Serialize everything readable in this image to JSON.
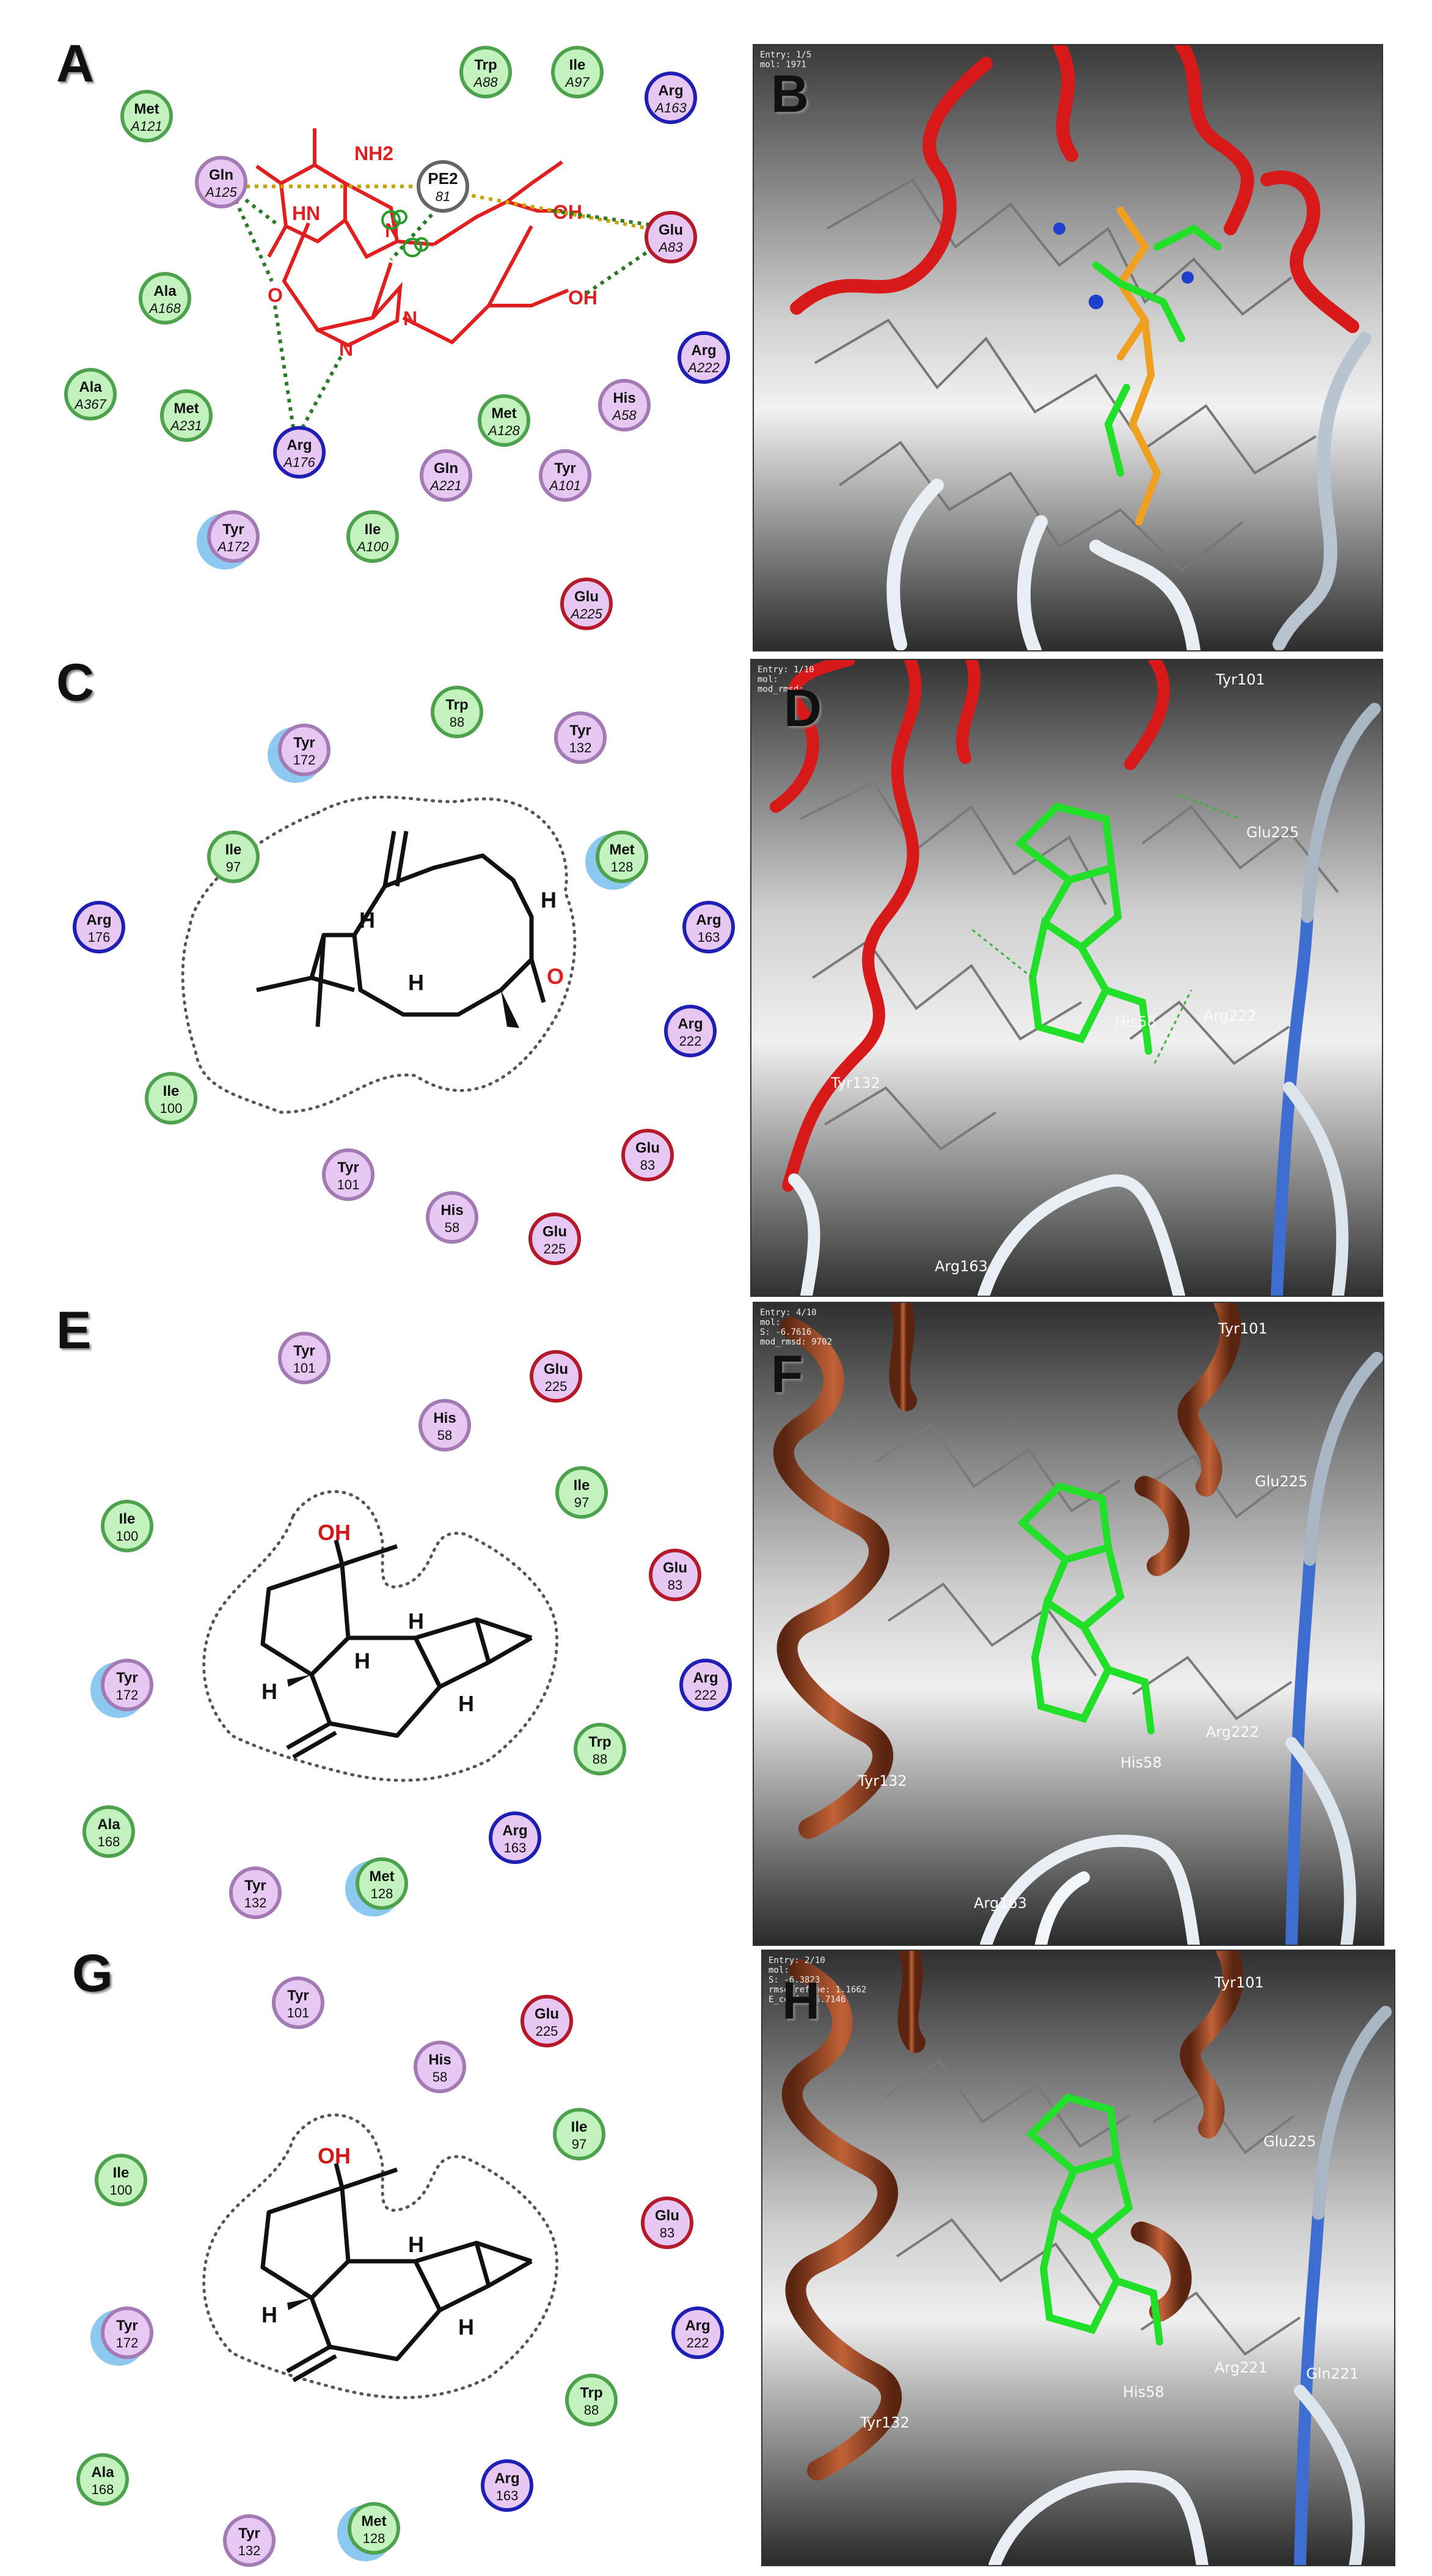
{
  "colors": {
    "hydrophobic_fill": "#c4f2be",
    "hydrophobic_stroke": "#4ea24e",
    "polar_fill": "#e7c8f2",
    "polar_stroke": "#a37ab3",
    "positive_fill": "#e7c8f2",
    "positive_stroke": "#1f1fb4",
    "negative_fill": "#e7c8f2",
    "negative_stroke": "#b51a2a",
    "exposure_halo": "#8cc8f0",
    "ribbon_red": "#d71919",
    "ribbon_brown": "#8b3a1a",
    "ribbon_grey": "#b8c4cf",
    "ribbon_blue": "#3e6fd0",
    "ligand_green": "#22e02a",
    "ligand_orange": "#f0a020"
  },
  "panels": {
    "A": {
      "label": "A",
      "ligand_atoms": {
        "nh2": "NH2",
        "hn": "HN",
        "n1": "N",
        "o": "O",
        "n2": "N",
        "n3": "N",
        "oh1": "OH",
        "oh2": "OH"
      },
      "residues": [
        {
          "name": "Met",
          "num": "A121",
          "type": "hydrophobic"
        },
        {
          "name": "Trp",
          "num": "A88",
          "type": "hydrophobic"
        },
        {
          "name": "Ile",
          "num": "A97",
          "type": "hydrophobic"
        },
        {
          "name": "Arg",
          "num": "A163",
          "type": "positive"
        },
        {
          "name": "Gln",
          "num": "A125",
          "type": "polar"
        },
        {
          "name": "PE2",
          "num": "81",
          "type": "other"
        },
        {
          "name": "Glu",
          "num": "A83",
          "type": "negative"
        },
        {
          "name": "Ala",
          "num": "A168",
          "type": "hydrophobic"
        },
        {
          "name": "Ala",
          "num": "A367",
          "type": "hydrophobic"
        },
        {
          "name": "Met",
          "num": "A231",
          "type": "hydrophobic"
        },
        {
          "name": "Arg",
          "num": "A222",
          "type": "positive"
        },
        {
          "name": "His",
          "num": "A58",
          "type": "polar"
        },
        {
          "name": "Met",
          "num": "A128",
          "type": "hydrophobic"
        },
        {
          "name": "Arg",
          "num": "A176",
          "type": "positive"
        },
        {
          "name": "Gln",
          "num": "A221",
          "type": "polar"
        },
        {
          "name": "Tyr",
          "num": "A101",
          "type": "polar"
        },
        {
          "name": "Tyr",
          "num": "A172",
          "type": "polar"
        },
        {
          "name": "Ile",
          "num": "A100",
          "type": "hydrophobic"
        },
        {
          "name": "Glu",
          "num": "A225",
          "type": "negative"
        }
      ]
    },
    "B": {
      "label": "B",
      "info": [
        "Entry: 1/5",
        "mol: 1971"
      ]
    },
    "C": {
      "label": "C",
      "ligand_atoms": {
        "h1": "H",
        "h2": "H",
        "h3": "H",
        "o": "O"
      },
      "residues": [
        {
          "name": "Trp",
          "num": "88",
          "type": "hydrophobic"
        },
        {
          "name": "Tyr",
          "num": "172",
          "type": "polar"
        },
        {
          "name": "Tyr",
          "num": "132",
          "type": "polar"
        },
        {
          "name": "Ile",
          "num": "97",
          "type": "hydrophobic"
        },
        {
          "name": "Met",
          "num": "128",
          "type": "hydrophobic"
        },
        {
          "name": "Arg",
          "num": "176",
          "type": "positive"
        },
        {
          "name": "Arg",
          "num": "163",
          "type": "positive"
        },
        {
          "name": "Arg",
          "num": "222",
          "type": "positive"
        },
        {
          "name": "Ile",
          "num": "100",
          "type": "hydrophobic"
        },
        {
          "name": "Glu",
          "num": "83",
          "type": "negative"
        },
        {
          "name": "Tyr",
          "num": "101",
          "type": "polar"
        },
        {
          "name": "His",
          "num": "58",
          "type": "polar"
        },
        {
          "name": "Glu",
          "num": "225",
          "type": "negative"
        }
      ]
    },
    "D": {
      "label": "D",
      "info": [
        "Entry: 1/10",
        "mol:",
        "mod_rmsd:"
      ],
      "residue_labels": [
        "Tyr101",
        "Glu225",
        "His58",
        "Arg222",
        "Arg163",
        "Tyr132"
      ]
    },
    "E": {
      "label": "E",
      "ligand_atoms": {
        "oh": "OH",
        "h1": "H",
        "h2": "H",
        "h3": "H",
        "h4": "H"
      },
      "residues": [
        {
          "name": "Tyr",
          "num": "101",
          "type": "polar"
        },
        {
          "name": "Glu",
          "num": "225",
          "type": "negative"
        },
        {
          "name": "His",
          "num": "58",
          "type": "polar"
        },
        {
          "name": "Ile",
          "num": "97",
          "type": "hydrophobic"
        },
        {
          "name": "Ile",
          "num": "100",
          "type": "hydrophobic"
        },
        {
          "name": "Glu",
          "num": "83",
          "type": "negative"
        },
        {
          "name": "Tyr",
          "num": "172",
          "type": "polar"
        },
        {
          "name": "Arg",
          "num": "222",
          "type": "positive"
        },
        {
          "name": "Trp",
          "num": "88",
          "type": "hydrophobic"
        },
        {
          "name": "Ala",
          "num": "168",
          "type": "hydrophobic"
        },
        {
          "name": "Arg",
          "num": "163",
          "type": "positive"
        },
        {
          "name": "Met",
          "num": "128",
          "type": "hydrophobic"
        },
        {
          "name": "Tyr",
          "num": "132",
          "type": "polar"
        }
      ]
    },
    "F": {
      "label": "F",
      "info": [
        "Entry: 4/10",
        "mol:",
        "S: -6.7616",
        "mod_rmsd: 9702"
      ],
      "residue_labels": [
        "Tyr101",
        "Glu225",
        "His58",
        "Arg222",
        "Arg163",
        "Tyr132"
      ]
    },
    "G": {
      "label": "G",
      "ligand_atoms": {
        "oh": "OH",
        "h1": "H",
        "h2": "H",
        "h3": "H"
      },
      "residues": [
        {
          "name": "Tyr",
          "num": "101",
          "type": "polar"
        },
        {
          "name": "Glu",
          "num": "225",
          "type": "negative"
        },
        {
          "name": "His",
          "num": "58",
          "type": "polar"
        },
        {
          "name": "Ile",
          "num": "97",
          "type": "hydrophobic"
        },
        {
          "name": "Ile",
          "num": "100",
          "type": "hydrophobic"
        },
        {
          "name": "Glu",
          "num": "83",
          "type": "negative"
        },
        {
          "name": "Tyr",
          "num": "172",
          "type": "polar"
        },
        {
          "name": "Arg",
          "num": "222",
          "type": "positive"
        },
        {
          "name": "Trp",
          "num": "88",
          "type": "hydrophobic"
        },
        {
          "name": "Ala",
          "num": "168",
          "type": "hydrophobic"
        },
        {
          "name": "Arg",
          "num": "163",
          "type": "positive"
        },
        {
          "name": "Met",
          "num": "128",
          "type": "hydrophobic"
        },
        {
          "name": "Tyr",
          "num": "132",
          "type": "polar"
        }
      ]
    },
    "H": {
      "label": "H",
      "info": [
        "Entry: 2/10",
        "mol:",
        "S: -6.3823",
        "rmsd_refine: 1.1662",
        "E_conf: 46.7146"
      ],
      "residue_labels": [
        "Tyr101",
        "Glu225",
        "His58",
        "Arg221",
        "Gln221",
        "Tyr132"
      ]
    }
  }
}
